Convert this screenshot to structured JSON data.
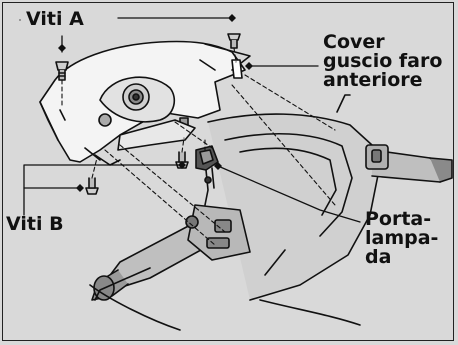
{
  "labels": {
    "viti_a": "Viti A",
    "viti_b": "Viti B",
    "cover": [
      "Cover",
      "guscio faro",
      "anteriore"
    ],
    "portalampada": [
      "Porta-",
      "lampa-",
      "da"
    ]
  }
}
